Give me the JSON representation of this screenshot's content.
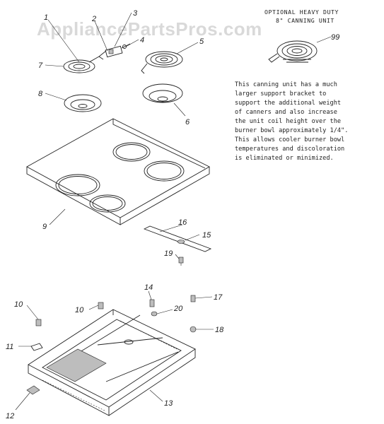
{
  "watermark": "AppliancePartsPros.com",
  "optional_unit": {
    "title_line1": "OPTIONAL HEAVY DUTY",
    "title_line2": "8\" CANNING UNIT",
    "part_number": "99",
    "note_lines": [
      "This canning unit has a much",
      "larger support bracket to",
      "support the additional weight",
      "of canners and also increase",
      "the unit coil height over the",
      "burner bowl approximately 1/4\".",
      "This allows cooler burner bowl",
      "temperatures and discoloration",
      "is eliminated or minimized."
    ]
  },
  "callouts": {
    "c1": "1",
    "c2": "2",
    "c3": "3",
    "c4": "4",
    "c5": "5",
    "c6": "6",
    "c7": "7",
    "c8": "8",
    "c9": "9",
    "c10a": "10",
    "c10b": "10",
    "c11": "11",
    "c12": "12",
    "c13": "13",
    "c14": "14",
    "c15": "15",
    "c16": "16",
    "c17": "17",
    "c18": "18",
    "c19": "19",
    "c20": "20"
  }
}
